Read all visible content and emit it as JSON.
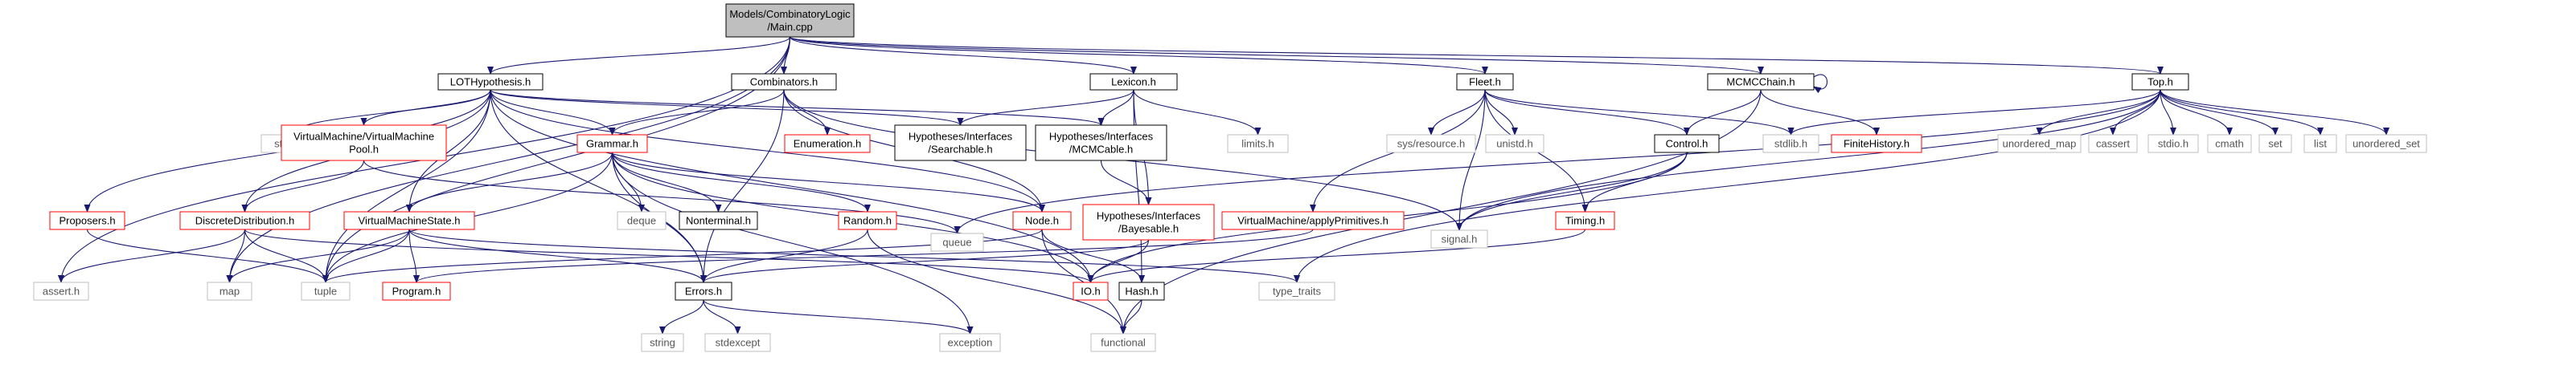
{
  "colors": {
    "edge": "#191970",
    "box_border": "#000000",
    "box_missing_border": "#bfbfbf",
    "box_red_border": "#ff0000",
    "root_fill": "#bfbfbf",
    "text": "#000000",
    "system_text": "#555555",
    "red_text": "#cc0000"
  },
  "nodes": [
    {
      "id": "main",
      "lines": [
        "Models/CombinatoryLogic",
        "/Main.cpp"
      ],
      "style": "root"
    },
    {
      "id": "lot",
      "lines": [
        "LOTHypothesis.h"
      ],
      "style": "normal"
    },
    {
      "id": "comb",
      "lines": [
        "Combinators.h"
      ],
      "style": "normal"
    },
    {
      "id": "lex",
      "lines": [
        "Lexicon.h"
      ],
      "style": "normal"
    },
    {
      "id": "fleet",
      "lines": [
        "Fleet.h"
      ],
      "style": "normal"
    },
    {
      "id": "mcmc",
      "lines": [
        "MCMCChain.h"
      ],
      "style": "normal"
    },
    {
      "id": "top",
      "lines": [
        "Top.h"
      ],
      "style": "normal"
    },
    {
      "id": "string",
      "lines": [
        "string.h"
      ],
      "style": "system"
    },
    {
      "id": "vmpool",
      "lines": [
        "VirtualMachine/VirtualMachine",
        "Pool.h"
      ],
      "style": "red"
    },
    {
      "id": "grammar",
      "lines": [
        "Grammar.h"
      ],
      "style": "red"
    },
    {
      "id": "enum",
      "lines": [
        "Enumeration.h"
      ],
      "style": "red"
    },
    {
      "id": "searchable",
      "lines": [
        "Hypotheses/Interfaces",
        "/Searchable.h"
      ],
      "style": "normal"
    },
    {
      "id": "mcmcable",
      "lines": [
        "Hypotheses/Interfaces",
        "/MCMCable.h"
      ],
      "style": "normal"
    },
    {
      "id": "limits",
      "lines": [
        "limits.h"
      ],
      "style": "system"
    },
    {
      "id": "sysres",
      "lines": [
        "sys/resource.h"
      ],
      "style": "system"
    },
    {
      "id": "unistd",
      "lines": [
        "unistd.h"
      ],
      "style": "system"
    },
    {
      "id": "control",
      "lines": [
        "Control.h"
      ],
      "style": "normal"
    },
    {
      "id": "stdlib",
      "lines": [
        "stdlib.h"
      ],
      "style": "system"
    },
    {
      "id": "finhist",
      "lines": [
        "FiniteHistory.h"
      ],
      "style": "red"
    },
    {
      "id": "umap",
      "lines": [
        "unordered_map"
      ],
      "style": "system"
    },
    {
      "id": "cassert",
      "lines": [
        "cassert"
      ],
      "style": "system"
    },
    {
      "id": "stdio",
      "lines": [
        "stdio.h"
      ],
      "style": "system"
    },
    {
      "id": "cmath",
      "lines": [
        "cmath"
      ],
      "style": "system"
    },
    {
      "id": "set",
      "lines": [
        "set"
      ],
      "style": "system"
    },
    {
      "id": "list",
      "lines": [
        "list"
      ],
      "style": "system"
    },
    {
      "id": "uset",
      "lines": [
        "unordered_set"
      ],
      "style": "system"
    },
    {
      "id": "proposers",
      "lines": [
        "Proposers.h"
      ],
      "style": "red"
    },
    {
      "id": "discrete",
      "lines": [
        "DiscreteDistribution.h"
      ],
      "style": "red"
    },
    {
      "id": "vmstate",
      "lines": [
        "VirtualMachineState.h"
      ],
      "style": "red"
    },
    {
      "id": "deque",
      "lines": [
        "deque"
      ],
      "style": "system"
    },
    {
      "id": "nonterm",
      "lines": [
        "Nonterminal.h"
      ],
      "style": "normal"
    },
    {
      "id": "random",
      "lines": [
        "Random.h"
      ],
      "style": "red"
    },
    {
      "id": "queue",
      "lines": [
        "queue"
      ],
      "style": "system"
    },
    {
      "id": "node",
      "lines": [
        "Node.h"
      ],
      "style": "red"
    },
    {
      "id": "bayesable",
      "lines": [
        "Hypotheses/Interfaces",
        "/Bayesable.h"
      ],
      "style": "red"
    },
    {
      "id": "applyprim",
      "lines": [
        "VirtualMachine/applyPrimitives.h"
      ],
      "style": "red"
    },
    {
      "id": "signal",
      "lines": [
        "signal.h"
      ],
      "style": "system"
    },
    {
      "id": "timing",
      "lines": [
        "Timing.h"
      ],
      "style": "red"
    },
    {
      "id": "asserth",
      "lines": [
        "assert.h"
      ],
      "style": "system"
    },
    {
      "id": "map",
      "lines": [
        "map"
      ],
      "style": "system"
    },
    {
      "id": "tuple",
      "lines": [
        "tuple"
      ],
      "style": "system"
    },
    {
      "id": "program",
      "lines": [
        "Program.h"
      ],
      "style": "red"
    },
    {
      "id": "errors",
      "lines": [
        "Errors.h"
      ],
      "style": "normal"
    },
    {
      "id": "io",
      "lines": [
        "IO.h"
      ],
      "style": "red"
    },
    {
      "id": "hash",
      "lines": [
        "Hash.h"
      ],
      "style": "normal"
    },
    {
      "id": "typetraits",
      "lines": [
        "type_traits"
      ],
      "style": "system"
    },
    {
      "id": "strings",
      "lines": [
        "string"
      ],
      "style": "system"
    },
    {
      "id": "stdexcept",
      "lines": [
        "stdexcept"
      ],
      "style": "system"
    },
    {
      "id": "exception",
      "lines": [
        "exception"
      ],
      "style": "system"
    },
    {
      "id": "functional",
      "lines": [
        "functional"
      ],
      "style": "system"
    }
  ],
  "edges": [
    [
      "main",
      "lot"
    ],
    [
      "main",
      "comb"
    ],
    [
      "main",
      "lex"
    ],
    [
      "main",
      "fleet"
    ],
    [
      "main",
      "mcmc"
    ],
    [
      "main",
      "top"
    ],
    [
      "main",
      "asserth"
    ],
    [
      "main",
      "map"
    ],
    [
      "main",
      "tuple"
    ],
    [
      "lot",
      "string"
    ],
    [
      "lot",
      "vmpool"
    ],
    [
      "lot",
      "grammar"
    ],
    [
      "lot",
      "searchable"
    ],
    [
      "lot",
      "mcmcable"
    ],
    [
      "lot",
      "proposers"
    ],
    [
      "lot",
      "discrete"
    ],
    [
      "lot",
      "vmstate"
    ],
    [
      "lot",
      "errors"
    ],
    [
      "lot",
      "node"
    ],
    [
      "lot",
      "tuple"
    ],
    [
      "lot",
      "io"
    ],
    [
      "comb",
      "grammar"
    ],
    [
      "comb",
      "enum"
    ],
    [
      "comb",
      "errors"
    ],
    [
      "comb",
      "signal"
    ],
    [
      "comb",
      "node"
    ],
    [
      "lex",
      "searchable"
    ],
    [
      "lex",
      "mcmcable"
    ],
    [
      "lex",
      "limits"
    ],
    [
      "lex",
      "bayesable"
    ],
    [
      "lex",
      "hash"
    ],
    [
      "fleet",
      "sysres"
    ],
    [
      "fleet",
      "unistd"
    ],
    [
      "fleet",
      "control"
    ],
    [
      "fleet",
      "stdlib"
    ],
    [
      "fleet",
      "signal"
    ],
    [
      "fleet",
      "timing"
    ],
    [
      "fleet",
      "applyprim"
    ],
    [
      "mcmc",
      "mcmc"
    ],
    [
      "mcmc",
      "control"
    ],
    [
      "mcmc",
      "finhist"
    ],
    [
      "mcmc",
      "functional"
    ],
    [
      "top",
      "stdlib"
    ],
    [
      "top",
      "umap"
    ],
    [
      "top",
      "cassert"
    ],
    [
      "top",
      "stdio"
    ],
    [
      "top",
      "cmath"
    ],
    [
      "top",
      "set"
    ],
    [
      "top",
      "list"
    ],
    [
      "top",
      "uset"
    ],
    [
      "top",
      "signal"
    ],
    [
      "top",
      "typetraits"
    ],
    [
      "top",
      "queue"
    ],
    [
      "vmpool",
      "discrete"
    ],
    [
      "vmpool",
      "queue"
    ],
    [
      "grammar",
      "vmstate"
    ],
    [
      "grammar",
      "deque"
    ],
    [
      "grammar",
      "nonterm"
    ],
    [
      "grammar",
      "random"
    ],
    [
      "grammar",
      "node"
    ],
    [
      "grammar",
      "tuple"
    ],
    [
      "grammar",
      "exception"
    ],
    [
      "grammar",
      "io"
    ],
    [
      "grammar",
      "errors"
    ],
    [
      "mcmcable",
      "bayesable"
    ],
    [
      "control",
      "signal"
    ],
    [
      "control",
      "timing"
    ],
    [
      "control",
      "io"
    ],
    [
      "proposers",
      "tuple"
    ],
    [
      "discrete",
      "map"
    ],
    [
      "discrete",
      "asserth"
    ],
    [
      "discrete",
      "io"
    ],
    [
      "discrete",
      "tuple"
    ],
    [
      "vmstate",
      "map"
    ],
    [
      "vmstate",
      "tuple"
    ],
    [
      "vmstate",
      "program"
    ],
    [
      "vmstate",
      "errors"
    ],
    [
      "vmstate",
      "typetraits"
    ],
    [
      "random",
      "errors"
    ],
    [
      "random",
      "functional"
    ],
    [
      "node",
      "tuple"
    ],
    [
      "node",
      "hash"
    ],
    [
      "node",
      "functional"
    ],
    [
      "bayesable",
      "io"
    ],
    [
      "bayesable",
      "errors"
    ],
    [
      "applyprim",
      "program"
    ],
    [
      "timing",
      "io"
    ],
    [
      "errors",
      "strings"
    ],
    [
      "errors",
      "stdexcept"
    ],
    [
      "errors",
      "exception"
    ],
    [
      "hash",
      "functional"
    ]
  ]
}
